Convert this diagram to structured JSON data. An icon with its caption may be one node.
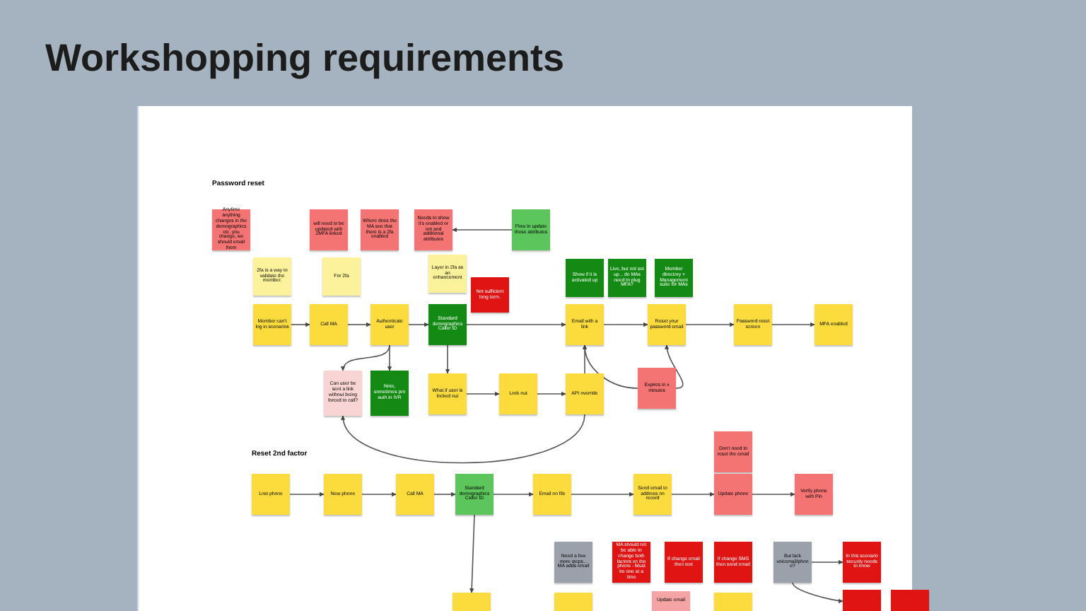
{
  "diagram": {
    "title": "Workshopping requirements",
    "nodes": [
      {
        "text": [
          "Anytime anything changes in the demographics etc. you change, we should email them"
        ]
      },
      {
        "text": [
          "will need to be updated with 2MFA linked"
        ]
      },
      {
        "text": [
          "Where does the MA see that there is a 2fa enabled"
        ]
      },
      {
        "text": [
          "Needs to show it's enabled or not and additional attributes"
        ]
      },
      {
        "text": [
          "Flow to update these attributes"
        ]
      },
      {
        "text": [
          "2fa is a way to validate the member."
        ]
      },
      {
        "text": [
          "For 2fa"
        ]
      },
      {
        "text": [
          "Layer in 2fa as an enhancement"
        ]
      },
      {
        "text": [
          "Not sufficient long term."
        ]
      },
      {
        "text": [
          "Show if it is activated up"
        ]
      },
      {
        "text": [
          "Live, but not set up... do MAs need to plug MFA?"
        ]
      },
      {
        "text": [
          "Member directory + Management suite for MAs"
        ]
      },
      {
        "text": [
          "Member can't log in scenarios"
        ]
      },
      {
        "text": [
          "Call MA"
        ]
      },
      {
        "text": [
          "Authenticate user"
        ]
      },
      {
        "text": [
          "Standard demographics Caller ID"
        ]
      },
      {
        "text": [
          "Email with a link"
        ]
      },
      {
        "text": [
          "Reset your password email"
        ]
      },
      {
        "text": [
          "Password reset screen"
        ]
      },
      {
        "text": [
          "MFA enabled"
        ]
      },
      {
        "text": [
          "Can user be sent a link without being forced to call?"
        ]
      },
      {
        "text": [
          "Note, sometimes pro auth in IVR"
        ]
      },
      {
        "text": [
          "What if user is locked out"
        ]
      },
      {
        "text": [
          "Lock out"
        ]
      },
      {
        "text": [
          "API override"
        ]
      },
      {
        "text": [
          "Expires in x minutes"
        ]
      },
      {
        "text": [
          "Don't need to reset the email"
        ]
      },
      {
        "text": [
          "Lost phone"
        ]
      },
      {
        "text": [
          "New phone"
        ]
      },
      {
        "text": [
          "Call MA"
        ]
      },
      {
        "text": [
          "Standard demographics Caller ID"
        ]
      },
      {
        "text": [
          "Email on file"
        ]
      },
      {
        "text": [
          "Send email to address on record"
        ]
      },
      {
        "text": [
          "Update phone"
        ]
      },
      {
        "text": [
          "Verify phone with Pin"
        ]
      },
      {
        "text": [
          "Need a few more steps... MA adds email"
        ]
      },
      {
        "text": [
          "MA should not be able to change both factors on the phone - Must be one at a time"
        ]
      },
      {
        "text": [
          "If change email then text"
        ]
      },
      {
        "text": [
          "If change SMS then send email"
        ]
      },
      {
        "text": [
          "But lack voicemail/phone?"
        ]
      },
      {
        "text": [
          "In this scenario security needs to know"
        ]
      },
      {
        "text": [],
        "shape": "box"
      },
      {
        "text": [],
        "shape": "box"
      },
      {
        "text": [
          "Update email"
        ]
      },
      {
        "text": [],
        "shape": "box"
      },
      {
        "text": [],
        "shape": "box"
      },
      {
        "text": [],
        "shape": "box"
      }
    ],
    "edges": [
      {
        "from": 4,
        "to": 3,
        "arrow": "to"
      },
      {
        "from": 12,
        "to": 13,
        "arrow": "to"
      },
      {
        "from": 13,
        "to": 14,
        "arrow": "to"
      },
      {
        "from": 14,
        "to": 15,
        "arrow": "to"
      },
      {
        "from": 15,
        "to": 16,
        "arrow": "to"
      },
      {
        "from": 16,
        "to": 17,
        "arrow": "to"
      },
      {
        "from": 17,
        "to": 18,
        "arrow": "to"
      },
      {
        "from": 18,
        "to": 19,
        "arrow": "to"
      },
      {
        "from": 14,
        "to": 20,
        "arrow": "to"
      },
      {
        "from": 14,
        "to": 21,
        "arrow": "to"
      },
      {
        "from": 15,
        "to": 22,
        "arrow": "to"
      },
      {
        "from": 22,
        "to": 23,
        "arrow": "to"
      },
      {
        "from": 23,
        "to": 24,
        "arrow": "to"
      },
      {
        "from": 24,
        "to": 16,
        "arrow": "to"
      },
      {
        "from": 25,
        "to": 16,
        "arrow": "to"
      },
      {
        "from": 25,
        "to": 17,
        "arrow": "to"
      },
      {
        "from": 24,
        "to": 20,
        "arrow": "to"
      },
      {
        "from": 27,
        "to": 28,
        "arrow": "to"
      },
      {
        "from": 28,
        "to": 29,
        "arrow": "to"
      },
      {
        "from": 29,
        "to": 30,
        "arrow": "to"
      },
      {
        "from": 30,
        "to": 31,
        "arrow": "to"
      },
      {
        "from": 31,
        "to": 32,
        "arrow": "to"
      },
      {
        "from": 32,
        "to": 33,
        "arrow": "to"
      },
      {
        "from": 33,
        "to": 34,
        "arrow": "to"
      },
      {
        "from": 30,
        "to": 41,
        "arrow": "to"
      },
      {
        "from": 39,
        "to": 40,
        "arrow": "to"
      },
      {
        "from": 39,
        "to": 45,
        "arrow": "to"
      }
    ],
    "labels": [
      "Password reset",
      "Reset 2nd factor"
    ]
  }
}
